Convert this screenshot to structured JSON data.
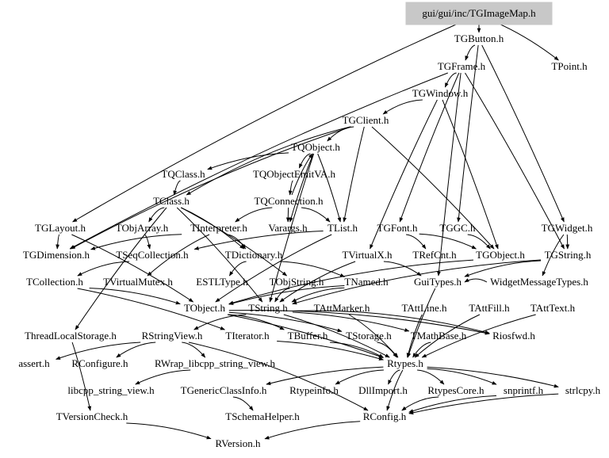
{
  "diagram": {
    "root": "gui/gui/inc/TGImageMap.h",
    "nodes": {
      "TGImageMap": "gui/gui/inc/TGImageMap.h",
      "TGButton": "TGButton.h",
      "TPoint": "TPoint.h",
      "TGFrame": "TGFrame.h",
      "TGWindow": "TGWindow.h",
      "TGClient": "TGClient.h",
      "TQObject": "TQObject.h",
      "TQClass": "TQClass.h",
      "TQObjectEmitVA": "TQObjectEmitVA.h",
      "TClass": "TClass.h",
      "TQConnection": "TQConnection.h",
      "TGLayout": "TGLayout.h",
      "TObjArray": "TObjArray.h",
      "TInterpreter": "TInterpreter.h",
      "Varargs": "Varargs.h",
      "TList": "TList.h",
      "TGFont": "TGFont.h",
      "TGGC": "TGGC.h",
      "TGWidget": "TGWidget.h",
      "TGDimension": "TGDimension.h",
      "TSeqCollection": "TSeqCollection.h",
      "TDictionary": "TDictionary.h",
      "TVirtualX": "TVirtualX.h",
      "TRefCnt": "TRefCnt.h",
      "TGObject": "TGObject.h",
      "TGString": "TGString.h",
      "TCollection": "TCollection.h",
      "TVirtualMutex": "TVirtualMutex.h",
      "ESTLType": "ESTLType.h",
      "TObjString": "TObjString.h",
      "TNamed": "TNamed.h",
      "GuiTypes": "GuiTypes.h",
      "WidgetMessageTypes": "WidgetMessageTypes.h",
      "TObject": "TObject.h",
      "TString": "TString.h",
      "TAttMarker": "TAttMarker.h",
      "TAttLine": "TAttLine.h",
      "TAttFill": "TAttFill.h",
      "TAttText": "TAttText.h",
      "ThreadLocalStorage": "ThreadLocalStorage.h",
      "RStringView": "RStringView.h",
      "TIterator": "TIterator.h",
      "TBuffer": "TBuffer.h",
      "TStorage": "TStorage.h",
      "TMathBase": "TMathBase.h",
      "Riosfwd": "Riosfwd.h",
      "assert": "assert.h",
      "RConfigure": "RConfigure.h",
      "RWrap": "RWrap_libcpp_string_view.h",
      "Rtypes": "Rtypes.h",
      "libcpp_string_view": "libcpp_string_view.h",
      "TGenericClassInfo": "TGenericClassInfo.h",
      "Rtypeinfo": "Rtypeinfo.h",
      "DllImport": "DllImport.h",
      "RtypesCore": "RtypesCore.h",
      "snprintf": "snprintf.h",
      "strlcpy": "strlcpy.h",
      "TVersionCheck": "TVersionCheck.h",
      "TSchemaHelper": "TSchemaHelper.h",
      "RConfig": "RConfig.h",
      "RVersion": "RVersion.h"
    },
    "edges": [
      [
        "TGImageMap",
        "TGButton"
      ],
      [
        "TGImageMap",
        "TPoint"
      ],
      [
        "TGImageMap",
        "TGLayout"
      ],
      [
        "TGButton",
        "TGFrame"
      ],
      [
        "TGButton",
        "TGWidget"
      ],
      [
        "TGButton",
        "TGGC"
      ],
      [
        "TGFrame",
        "TGWindow"
      ],
      [
        "TGFrame",
        "TGFont"
      ],
      [
        "TGFrame",
        "TGString"
      ],
      [
        "TGFrame",
        "TGDimension"
      ],
      [
        "TGFrame",
        "GuiTypes"
      ],
      [
        "TGWindow",
        "TGClient"
      ],
      [
        "TGWindow",
        "TGObject"
      ],
      [
        "TGWindow",
        "TVirtualX"
      ],
      [
        "TGClient",
        "TQObject"
      ],
      [
        "TGClient",
        "TGObject"
      ],
      [
        "TGClient",
        "TList"
      ],
      [
        "TGClient",
        "TClass"
      ],
      [
        "TGClient",
        "TGDimension"
      ],
      [
        "TQObject",
        "TQClass"
      ],
      [
        "TQObject",
        "TQObjectEmitVA"
      ],
      [
        "TQObject",
        "TList"
      ],
      [
        "TQObject",
        "TString"
      ],
      [
        "TQObject",
        "Varargs"
      ],
      [
        "TQObjectEmitVA",
        "TQConnection"
      ],
      [
        "TQClass",
        "TClass"
      ],
      [
        "TQConnection",
        "TQObject"
      ],
      [
        "TQConnection",
        "TList"
      ],
      [
        "TQConnection",
        "TInterpreter"
      ],
      [
        "TQConnection",
        "Varargs"
      ],
      [
        "TClass",
        "TDictionary"
      ],
      [
        "TClass",
        "TObjArray"
      ],
      [
        "TClass",
        "TObjString"
      ],
      [
        "TClass",
        "TString"
      ],
      [
        "TClass",
        "ThreadLocalStorage"
      ],
      [
        "TGLayout",
        "TGDimension"
      ],
      [
        "TGLayout",
        "TObject"
      ],
      [
        "TObjArray",
        "TSeqCollection"
      ],
      [
        "TInterpreter",
        "TDictionary"
      ],
      [
        "TInterpreter",
        "TVirtualMutex"
      ],
      [
        "TInterpreter",
        "TGDimension"
      ],
      [
        "TList",
        "TSeqCollection"
      ],
      [
        "TList",
        "TObject"
      ],
      [
        "TGFont",
        "TRefCnt"
      ],
      [
        "TGFont",
        "TGObject"
      ],
      [
        "TGGC",
        "TGObject"
      ],
      [
        "TGWidget",
        "TGString"
      ],
      [
        "TGWidget",
        "WidgetMessageTypes"
      ],
      [
        "TSeqCollection",
        "TCollection"
      ],
      [
        "TDictionary",
        "TNamed"
      ],
      [
        "TDictionary",
        "ESTLType"
      ],
      [
        "TVirtualX",
        "GuiTypes"
      ],
      [
        "TVirtualX",
        "TString"
      ],
      [
        "TGObject",
        "TObject"
      ],
      [
        "TGString",
        "TString"
      ],
      [
        "TGString",
        "GuiTypes"
      ],
      [
        "TCollection",
        "TObject"
      ],
      [
        "TCollection",
        "TIterator"
      ],
      [
        "TObjString",
        "TString"
      ],
      [
        "TNamed",
        "TString"
      ],
      [
        "TNamed",
        "TObject"
      ],
      [
        "GuiTypes",
        "Rtypes"
      ],
      [
        "WidgetMessageTypes",
        "GuiTypes"
      ],
      [
        "TObject",
        "Riosfwd"
      ],
      [
        "TObject",
        "TStorage"
      ],
      [
        "TObject",
        "Rtypes"
      ],
      [
        "TObject",
        "TBuffer"
      ],
      [
        "TString",
        "RStringView"
      ],
      [
        "TString",
        "TMathBase"
      ],
      [
        "TString",
        "Riosfwd"
      ],
      [
        "TString",
        "Rtypes"
      ],
      [
        "TAttMarker",
        "Rtypes"
      ],
      [
        "TAttLine",
        "Rtypes"
      ],
      [
        "TAttFill",
        "Rtypes"
      ],
      [
        "TAttText",
        "Rtypes"
      ],
      [
        "ThreadLocalStorage",
        "TVersionCheck"
      ],
      [
        "RStringView",
        "RConfigure"
      ],
      [
        "RStringView",
        "RWrap"
      ],
      [
        "RStringView",
        "assert"
      ],
      [
        "RStringView",
        "RConfig"
      ],
      [
        "RWrap",
        "libcpp_string_view"
      ],
      [
        "TIterator",
        "Rtypes"
      ],
      [
        "TBuffer",
        "Rtypes"
      ],
      [
        "TStorage",
        "Rtypes"
      ],
      [
        "TMathBase",
        "Rtypes"
      ],
      [
        "Rtypes",
        "TGenericClassInfo"
      ],
      [
        "Rtypes",
        "Rtypeinfo"
      ],
      [
        "Rtypes",
        "DllImport"
      ],
      [
        "Rtypes",
        "RtypesCore"
      ],
      [
        "Rtypes",
        "snprintf"
      ],
      [
        "Rtypes",
        "strlcpy"
      ],
      [
        "Rtypes",
        "RConfig"
      ],
      [
        "TGenericClassInfo",
        "TSchemaHelper"
      ],
      [
        "RtypesCore",
        "RConfig"
      ],
      [
        "snprintf",
        "RConfig"
      ],
      [
        "strlcpy",
        "RConfig"
      ],
      [
        "TVersionCheck",
        "RVersion"
      ],
      [
        "RConfig",
        "RVersion"
      ]
    ]
  }
}
